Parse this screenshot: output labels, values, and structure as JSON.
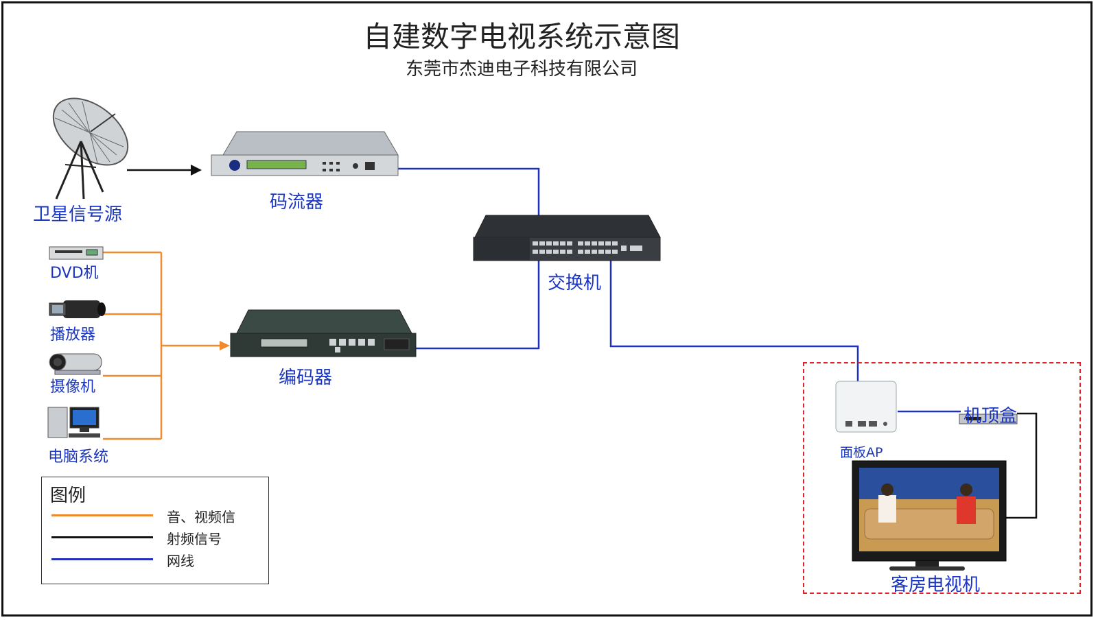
{
  "title": "自建数字电视系统示意图",
  "subtitle": "东莞市杰迪电子科技有限公司",
  "nodes": {
    "satellite": "卫星信号源",
    "stream": "码流器",
    "switch": "交换机",
    "encoder": "编码器",
    "dvd": "DVD机",
    "player": "播放器",
    "camera": "摄像机",
    "pc": "电脑系统",
    "stb": "机顶盒",
    "ap": "面板AP",
    "tv": "客房电视机"
  },
  "legend": {
    "title": "图例",
    "items": [
      {
        "label": "音、视频信",
        "color": "#f08a2c"
      },
      {
        "label": "射频信号",
        "color": "#111111"
      },
      {
        "label": "网线",
        "color": "#1f2fbf"
      }
    ]
  },
  "colors": {
    "av": "#f08a2c",
    "rf": "#111111",
    "net": "#1f2fbf",
    "room": "#e0222a"
  }
}
